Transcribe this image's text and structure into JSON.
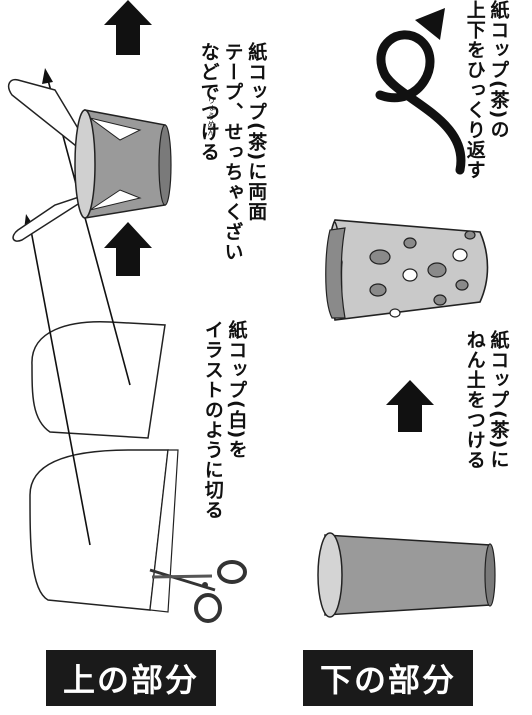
{
  "sections": {
    "top": {
      "label": "上の部分",
      "step1": {
        "line1": "紙コップ(白)を",
        "line2": "イラストのように切る"
      },
      "step2": {
        "line1": "紙コップ(茶)に両面",
        "line2": "テープ、せっちゃくざい",
        "line3": "などでつける",
        "ruby": "りょうめん"
      }
    },
    "bottom": {
      "label": "下の部分",
      "step1": {
        "line1": "紙コップ(茶)に",
        "line2": "ねん土をつける"
      },
      "step2": {
        "line1": "紙コップ(茶)の",
        "line2": "上下をひっくり返す"
      }
    }
  },
  "colors": {
    "black": "#1a1a1a",
    "cup_gray": "#9a9a9a",
    "cup_dark": "#6e6e6e",
    "clay_light": "#c9c9c9",
    "clay_dot": "#8a8a8a",
    "white": "#ffffff"
  }
}
